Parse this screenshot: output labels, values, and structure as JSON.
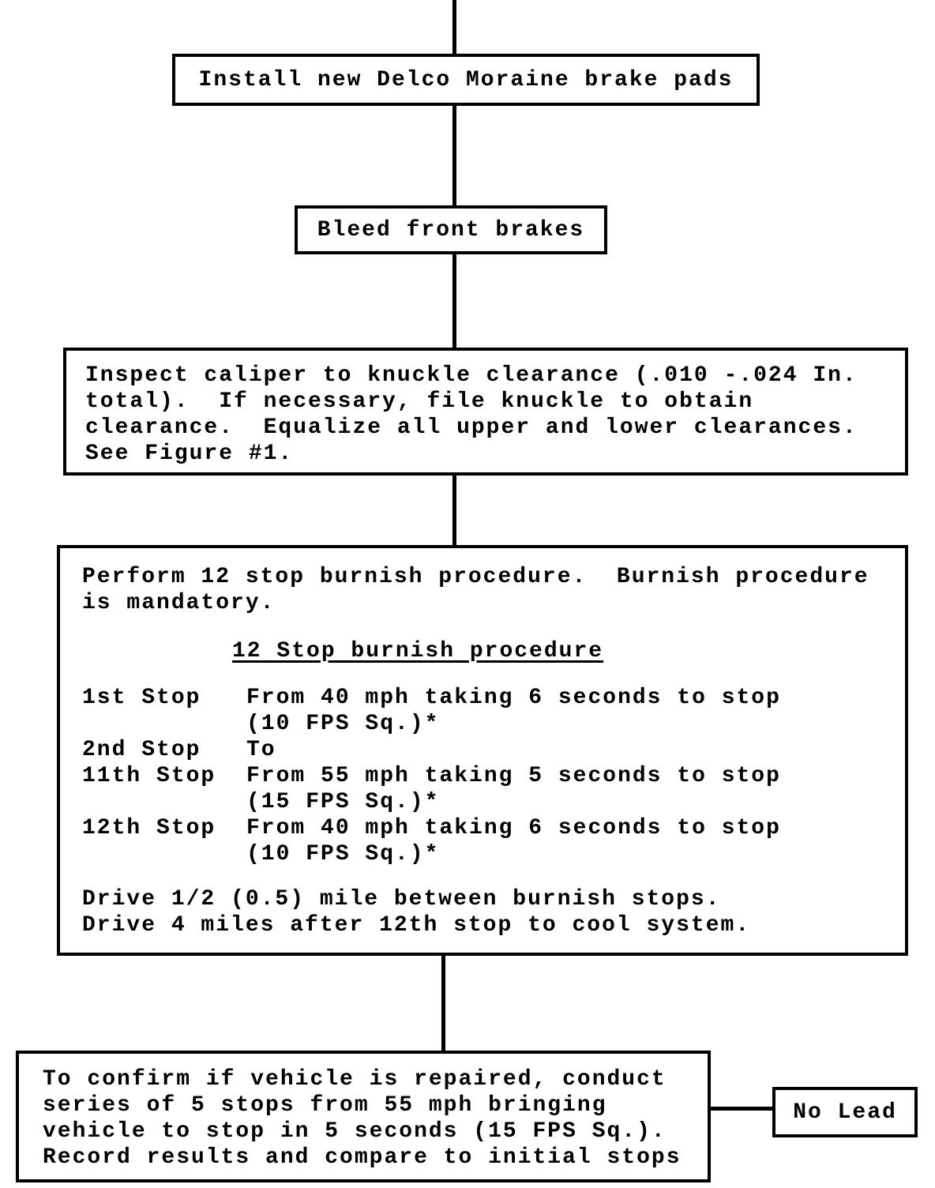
{
  "page": {
    "paper_color": "#ffffff",
    "ink_color": "#000000"
  },
  "flowchart": {
    "install_box": {
      "text": "Install new Delco Moraine brake pads"
    },
    "bleed_box": {
      "text": "Bleed front brakes"
    },
    "inspect_box": {
      "text": "Inspect caliper to knuckle clearance (.010 -.024 In.\ntotal).  If necessary, file knuckle to obtain\nclearance.  Equalize all upper and lower clearances.\nSee Figure #1."
    },
    "burnish_box": {
      "intro": "Perform 12 stop burnish procedure.  Burnish procedure\nis mandatory.",
      "heading": "12 Stop burnish procedure",
      "rows": [
        {
          "label": "1st Stop",
          "desc": "From 40 mph taking 6 seconds to stop\n(10 FPS Sq.)*"
        },
        {
          "label": "2nd Stop",
          "desc": "To"
        },
        {
          "label": "11th Stop",
          "desc": "From 55 mph taking 5 seconds to stop\n(15 FPS Sq.)*"
        },
        {
          "label": "12th Stop",
          "desc": "From 40 mph taking 6 seconds to stop\n(10 FPS Sq.)*"
        }
      ],
      "footer": "Drive 1/2 (0.5) mile between burnish stops.\nDrive 4 miles after 12th stop to cool system."
    },
    "confirm_box": {
      "text": "To confirm if vehicle is repaired, conduct\nseries of 5 stops from 55 mph bringing\nvehicle to stop in 5 seconds (15 FPS Sq.).\nRecord results and compare to initial stops"
    },
    "no_lead_box": {
      "text": "No Lead"
    }
  }
}
